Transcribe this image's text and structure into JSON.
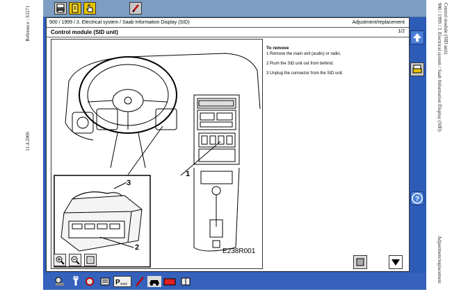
{
  "margin": {
    "left_reference": "Reference : S3271",
    "left_date": "11.4.2006",
    "right_path": "900 / 1999 / 3. Electrical system / Saab Information Display (SID)",
    "right_title": "Control module (SID unit)",
    "right_type": "Adjustment/replacement"
  },
  "header": {
    "breadcrumb": "900 / 1999 / 3. Electrical system / Saab Information Display (SID)",
    "content_type": "Adjustment/replacement"
  },
  "panel": {
    "title": "Control module (SID unit)",
    "page": "1/2"
  },
  "instructions": {
    "heading": "To remove",
    "steps": [
      "1   Remove the main unit (audio) or radio.",
      "2   Push the SID unit out from behind.",
      "3   Unplug the connector from the SID unit."
    ]
  },
  "illustration": {
    "callout_1": "1",
    "callout_2": "2",
    "callout_3": "3",
    "reference_code": "E238R001"
  },
  "colors": {
    "frame": "#2d5bb8",
    "toolbar": "#7d9ec2",
    "nav_button": "#4a7fd6"
  },
  "icons": {
    "top": [
      "print-icon",
      "document-icon",
      "hand-pointer-icon",
      "pen-icon"
    ],
    "right": [
      "arrow-up-icon",
      "print-page-icon",
      "help-icon",
      "zoom-frame-icon",
      "arrow-down-icon"
    ],
    "zoom": [
      "zoom-in-icon",
      "zoom-out-icon",
      "zoom-fit-icon"
    ],
    "bottom": [
      "tools-icon",
      "wrench-icon",
      "component-icon",
      "parts-icon",
      "pxxx-icon",
      "pen-icon",
      "car-icon",
      "battery-icon",
      "book-icon"
    ]
  }
}
